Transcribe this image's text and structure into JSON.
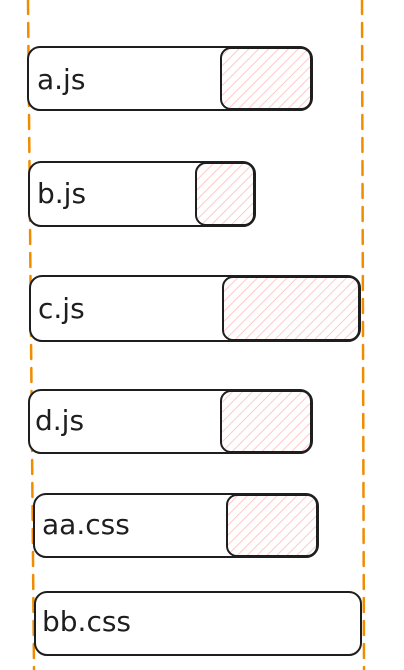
{
  "colors": {
    "stroke": "#1e1e1e",
    "guide": "#f08c00",
    "hatch": "#ffc9c9",
    "background": "#ffffff"
  },
  "files": [
    {
      "name": "a.js",
      "has_hatch": true
    },
    {
      "name": "b.js",
      "has_hatch": true
    },
    {
      "name": "c.js",
      "has_hatch": true
    },
    {
      "name": "d.js",
      "has_hatch": true
    },
    {
      "name": "aa.css",
      "has_hatch": true
    },
    {
      "name": "bb.css",
      "has_hatch": false
    }
  ]
}
